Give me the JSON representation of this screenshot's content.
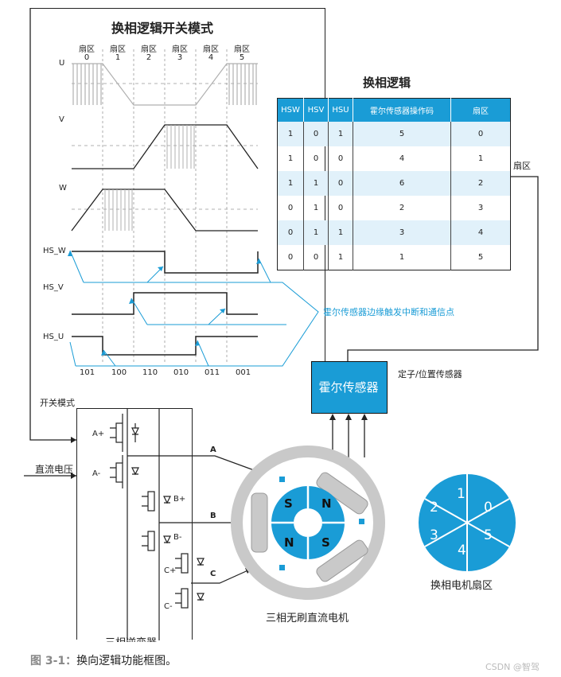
{
  "switching": {
    "title": "换相逻辑开关模式",
    "sectors": [
      {
        "label": "扇区",
        "num": "0"
      },
      {
        "label": "扇区",
        "num": "1"
      },
      {
        "label": "扇区",
        "num": "2"
      },
      {
        "label": "扇区",
        "num": "3"
      },
      {
        "label": "扇区",
        "num": "4"
      },
      {
        "label": "扇区",
        "num": "5"
      }
    ],
    "phase_labels": [
      "U",
      "V",
      "W"
    ],
    "hs_labels": [
      "HS_W",
      "HS_V",
      "HS_U"
    ],
    "codes": [
      "101",
      "100",
      "110",
      "010",
      "011",
      "001"
    ],
    "trigger_note": "霍尔传感器边缘触发中断和通信点"
  },
  "logic_table": {
    "title": "换相逻辑",
    "headers": [
      "HSW",
      "HSV",
      "HSU",
      "霍尔传感器操作码",
      "扇区"
    ],
    "rows": [
      [
        "1",
        "0",
        "1",
        "5",
        "0"
      ],
      [
        "1",
        "0",
        "0",
        "4",
        "1"
      ],
      [
        "1",
        "1",
        "0",
        "6",
        "2"
      ],
      [
        "0",
        "1",
        "0",
        "2",
        "3"
      ],
      [
        "0",
        "1",
        "1",
        "3",
        "4"
      ],
      [
        "0",
        "0",
        "1",
        "1",
        "5"
      ]
    ],
    "sector_arrow_label": "扇区"
  },
  "hall": {
    "box_label": "霍尔传感器",
    "side_label": "定子/位置传感器"
  },
  "inverter": {
    "switch_mode_label": "开关模式",
    "dc_voltage_label": "直流电压",
    "switches": [
      "A+",
      "A-",
      "B+",
      "B-",
      "C+",
      "C-"
    ],
    "phase_outputs": [
      "A",
      "B",
      "C"
    ],
    "bottom_label": "三相逆变器"
  },
  "motor": {
    "label": "三相无刷直流电机",
    "poles": [
      "S",
      "N",
      "N",
      "S"
    ]
  },
  "sector_wheel": {
    "numbers": [
      "1",
      "0",
      "5",
      "4",
      "3",
      "2"
    ],
    "label": "换相电机扇区"
  },
  "caption": {
    "prefix": "图 3-1：",
    "text": "换向逻辑功能框图。"
  },
  "watermark": "CSDN @智驾",
  "colors": {
    "accent": "#1a9cd6",
    "light": "#e1f1fa",
    "gray": "#b0b0b0"
  }
}
